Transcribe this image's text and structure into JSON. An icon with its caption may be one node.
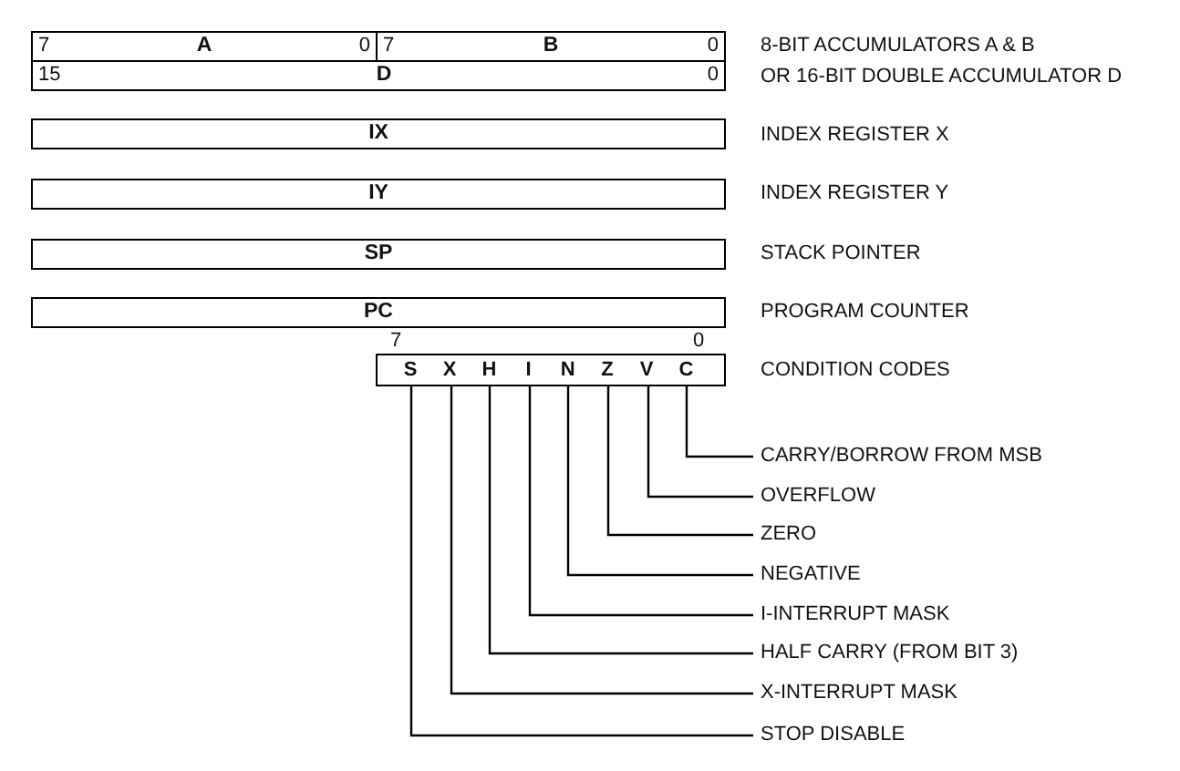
{
  "diagram": {
    "nodes": [
      {
        "text": [
          "7",
          "A",
          "0"
        ]
      },
      {
        "text": [
          "7",
          "B",
          "0"
        ],
        "beside": [
          "8-BIT ACCUMULATORS A & B"
        ]
      },
      {
        "text": [
          "15",
          "D",
          "0"
        ],
        "beside": [
          "OR 16-BIT DOUBLE ACCUMULATOR D"
        ]
      },
      {
        "text": [
          "IX"
        ],
        "beside": [
          "INDEX REGISTER X"
        ]
      },
      {
        "text": [
          "IY"
        ],
        "beside": [
          "INDEX REGISTER Y"
        ]
      },
      {
        "text": [
          "SP"
        ],
        "beside": [
          "STACK POINTER"
        ]
      },
      {
        "text": [
          "PC"
        ],
        "beside": [
          "PROGRAM COUNTER"
        ]
      },
      {
        "text": [],
        "shape": "box",
        "beside": [
          "7",
          "0",
          "CONDITION CODES"
        ]
      },
      {
        "text": [
          "S"
        ],
        "in": 7
      },
      {
        "text": [
          "X"
        ],
        "in": 7
      },
      {
        "text": [
          "H"
        ],
        "in": 7
      },
      {
        "text": [
          "I"
        ],
        "in": 7
      },
      {
        "text": [
          "N"
        ],
        "in": 7
      },
      {
        "text": [
          "Z"
        ],
        "in": 7
      },
      {
        "text": [
          "V"
        ],
        "in": 7
      },
      {
        "text": [
          "C"
        ],
        "in": 7
      },
      {
        "text": [
          "CARRY/BORROW FROM MSB"
        ]
      },
      {
        "text": [
          "OVERFLOW"
        ]
      },
      {
        "text": [
          "ZERO"
        ]
      },
      {
        "text": [
          "NEGATIVE"
        ]
      },
      {
        "text": [
          "I-INTERRUPT MASK"
        ]
      },
      {
        "text": [
          "HALF CARRY (FROM BIT 3)"
        ]
      },
      {
        "text": [
          "X-INTERRUPT MASK"
        ]
      },
      {
        "text": [
          "STOP DISABLE"
        ]
      }
    ],
    "edges": [
      {
        "from": 16,
        "to": 15,
        "arrow": "none"
      },
      {
        "from": 17,
        "to": 14,
        "arrow": "none"
      },
      {
        "from": 18,
        "to": 13,
        "arrow": "none"
      },
      {
        "from": 19,
        "to": 12,
        "arrow": "none"
      },
      {
        "from": 20,
        "to": 11,
        "arrow": "none"
      },
      {
        "from": 21,
        "to": 10,
        "arrow": "none"
      },
      {
        "from": 22,
        "to": 9,
        "arrow": "none"
      },
      {
        "from": 23,
        "to": 8,
        "arrow": "none"
      }
    ]
  }
}
